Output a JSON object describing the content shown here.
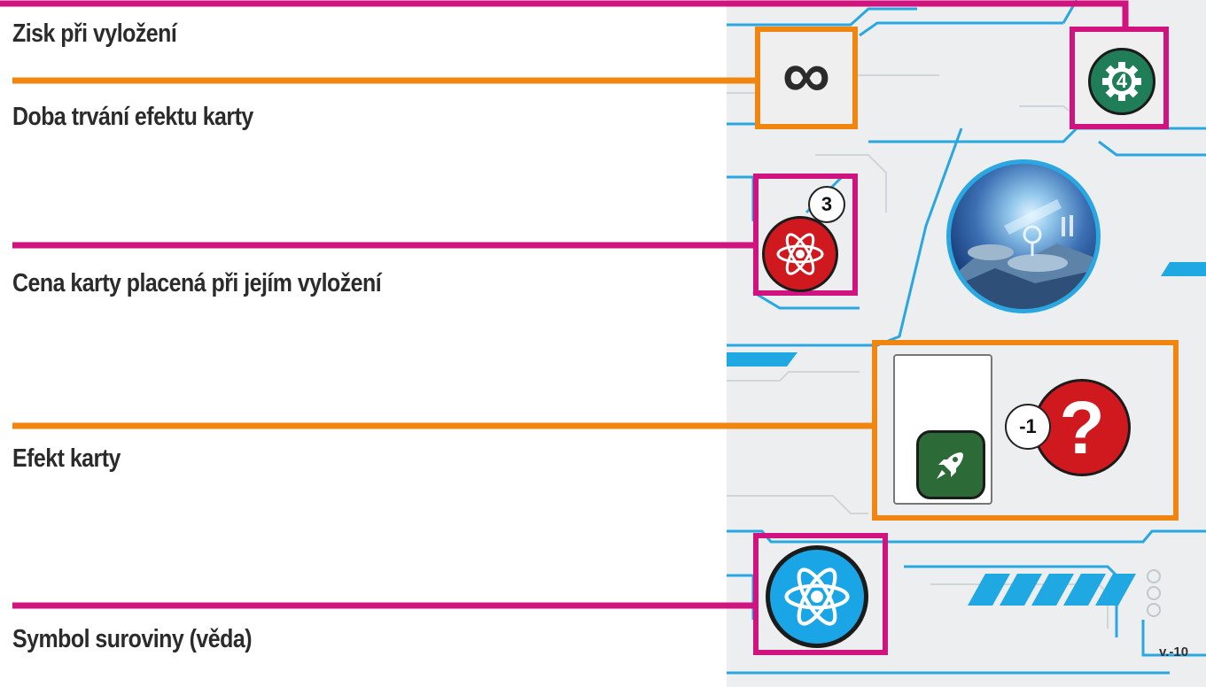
{
  "labels": {
    "gain": "Zisk při vyložení",
    "duration": "Doba trvání efektu karty",
    "cost": "Cena karty placená při jejím vyložení",
    "effect": "Efekt karty",
    "resource": "Symbol suroviny (věda)"
  },
  "card": {
    "duration_symbol": "∞",
    "gain_value": "4",
    "cost_value": "3",
    "effect_modifier": "-1",
    "effect_symbol": "?",
    "version": "v.-10"
  },
  "icons": {
    "gain": "gear-icon",
    "cost": "atom-icon",
    "effect_target": "rocket-icon",
    "resource": "atom-icon",
    "illustration": "space-station-image"
  },
  "colors": {
    "pink": "#d1137f",
    "orange": "#f0860f",
    "cyan": "#1fa8e2",
    "green": "#1f7d57",
    "red": "#d0191f",
    "blue": "#1aa6e6"
  }
}
